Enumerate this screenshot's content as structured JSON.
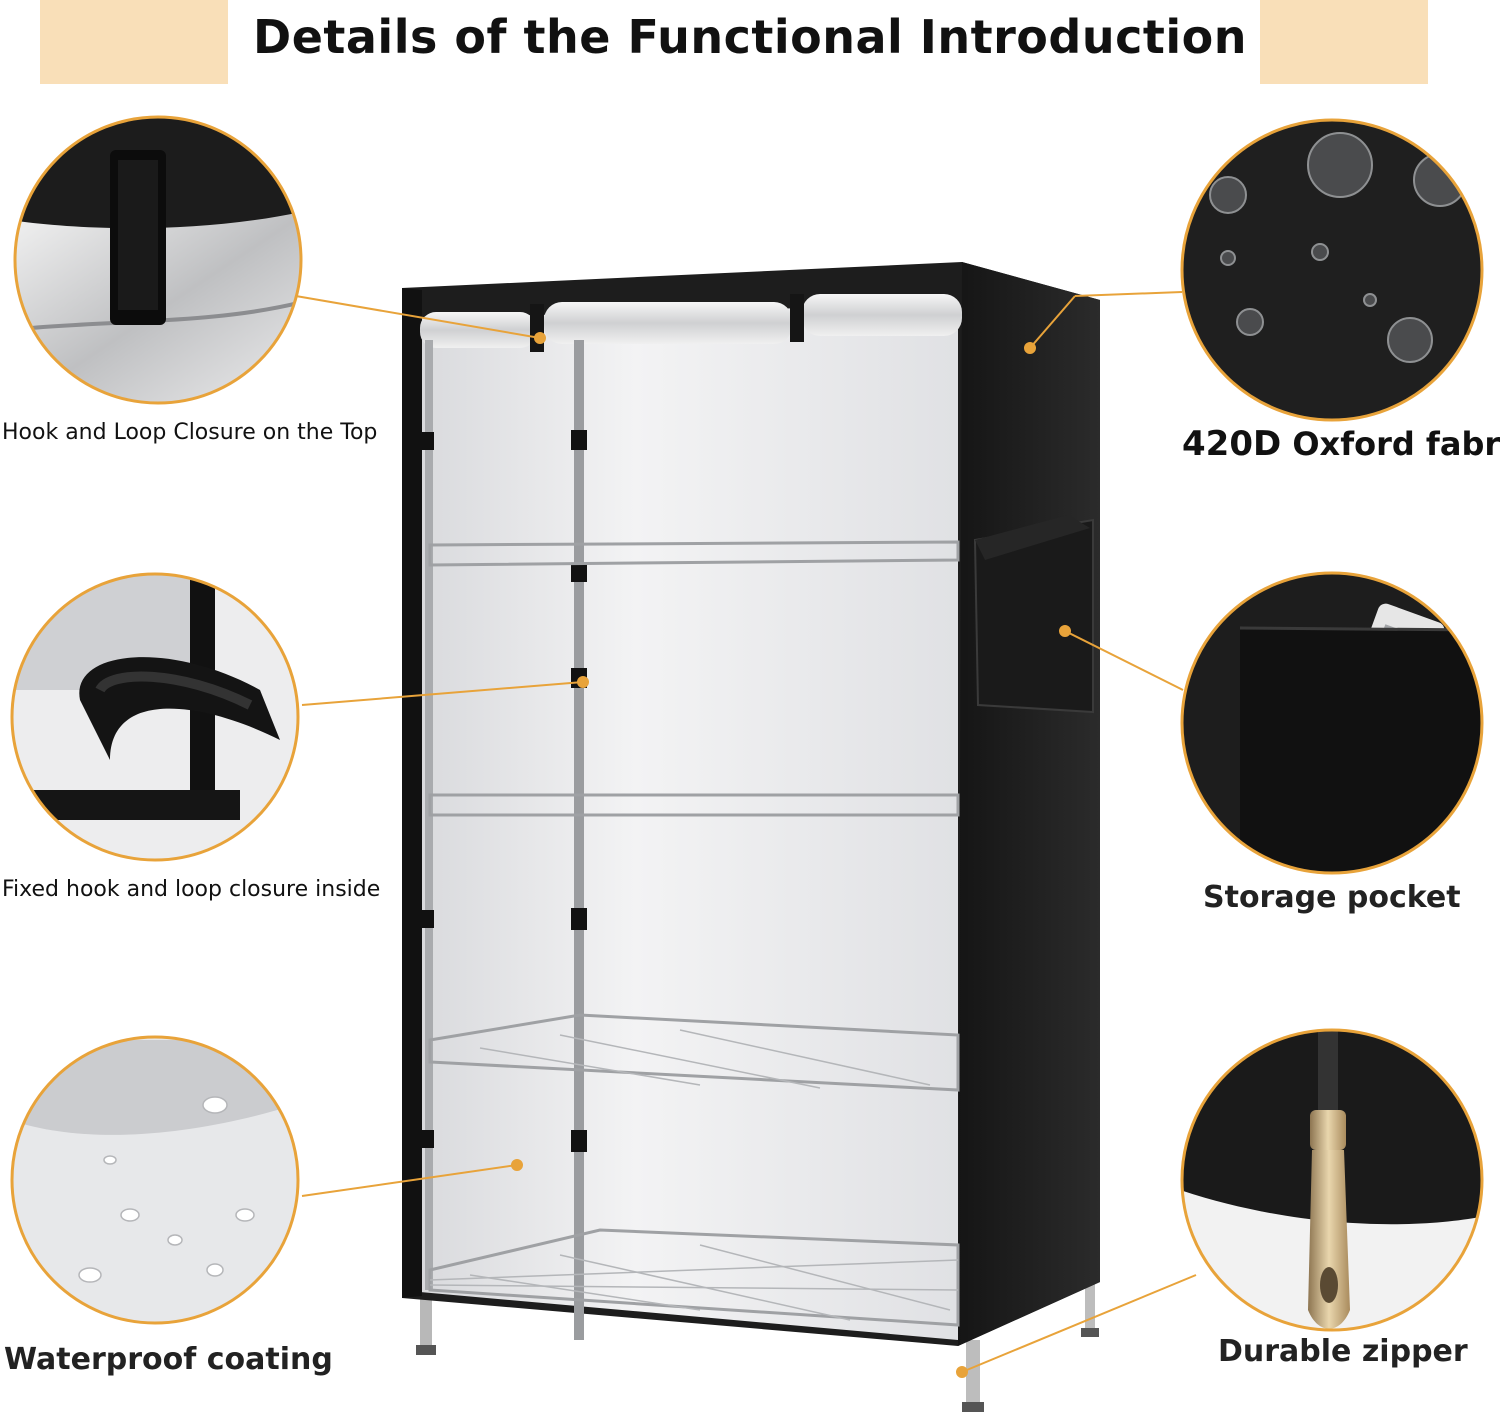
{
  "header": {
    "title": "Details of the Functional Introduction",
    "band_color": "#f9dfb8"
  },
  "features": {
    "top_left": {
      "caption": "Hook and Loop Closure on the Top",
      "icon": "velcro-strap-closeup"
    },
    "mid_left": {
      "caption": "Fixed hook and loop closure inside",
      "icon": "velcro-loop-closeup"
    },
    "bottom_left": {
      "caption": "Waterproof coating",
      "icon": "water-droplets-on-silver"
    },
    "top_right": {
      "caption_strong": "420D",
      "caption_rest": "Oxford fabric",
      "icon": "water-droplets-on-black"
    },
    "mid_right": {
      "caption": "Storage pocket",
      "icon": "pocket-with-remote"
    },
    "bottom_right": {
      "caption": "Durable zipper",
      "icon": "zipper-pull"
    }
  },
  "colors": {
    "accent": "#e8a33a",
    "cover": "#1e1e1e",
    "lining": "#e6e7e9"
  }
}
